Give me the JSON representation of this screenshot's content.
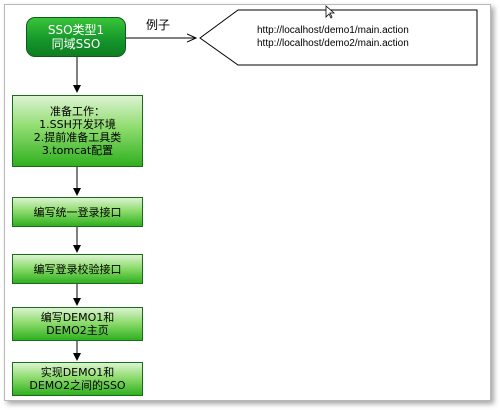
{
  "start": {
    "line1": "SSO类型1",
    "line2": "同域SSO"
  },
  "branch_label": "例子",
  "note": {
    "url1": "http://localhost/demo1/main.action",
    "url2": "http://localhost/demo2/main.action"
  },
  "steps": [
    {
      "lines": [
        "准备工作：",
        "1.SSH开发环境",
        "2.提前准备工具类",
        "3.tomcat配置"
      ]
    },
    {
      "lines": [
        "编写统一登录接口"
      ]
    },
    {
      "lines": [
        "编写登录校验接口"
      ]
    },
    {
      "lines": [
        "编写DEMO1和",
        "DEMO2主页"
      ]
    },
    {
      "lines": [
        "实现DEMO1和",
        "DEMO2之间的SSO"
      ]
    }
  ]
}
